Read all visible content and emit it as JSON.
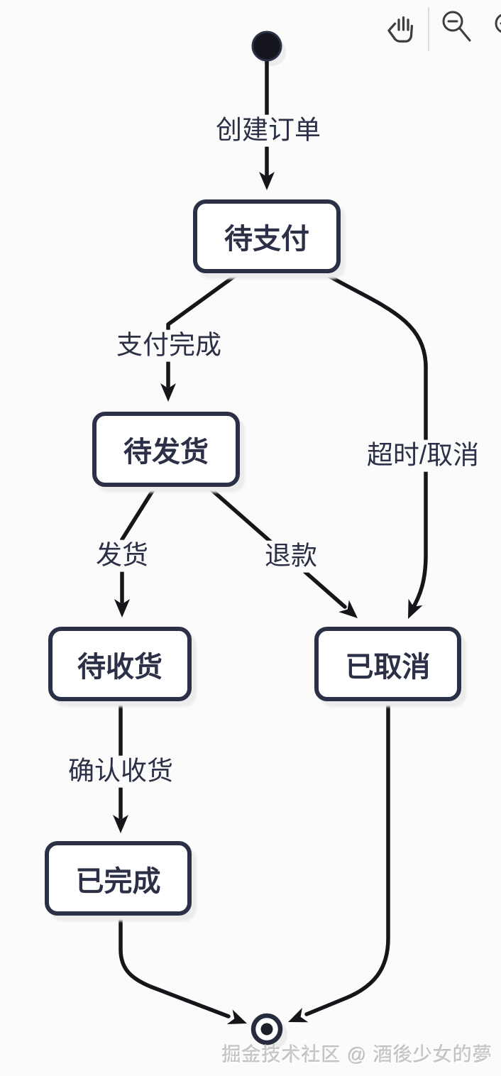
{
  "toolbar": {
    "icons": [
      {
        "name": "pan-hand"
      },
      {
        "name": "zoom-out"
      },
      {
        "name": "zoom-in"
      }
    ]
  },
  "diagram": {
    "type": "state-machine",
    "nodes": [
      {
        "id": "start",
        "kind": "initial-state",
        "label": ""
      },
      {
        "id": "pending-payment",
        "kind": "state",
        "label": "待支付"
      },
      {
        "id": "pending-shipment",
        "kind": "state",
        "label": "待发货"
      },
      {
        "id": "pending-receipt",
        "kind": "state",
        "label": "待收货"
      },
      {
        "id": "cancelled",
        "kind": "state",
        "label": "已取消"
      },
      {
        "id": "completed",
        "kind": "state",
        "label": "已完成"
      },
      {
        "id": "end",
        "kind": "final-state",
        "label": ""
      }
    ],
    "edges": [
      {
        "from": "start",
        "to": "pending-payment",
        "label": "创建订单"
      },
      {
        "from": "pending-payment",
        "to": "pending-shipment",
        "label": "支付完成"
      },
      {
        "from": "pending-payment",
        "to": "cancelled",
        "label": "超时/取消"
      },
      {
        "from": "pending-shipment",
        "to": "pending-receipt",
        "label": "发货"
      },
      {
        "from": "pending-shipment",
        "to": "cancelled",
        "label": "退款"
      },
      {
        "from": "pending-receipt",
        "to": "completed",
        "label": "确认收货"
      },
      {
        "from": "completed",
        "to": "end",
        "label": ""
      },
      {
        "from": "cancelled",
        "to": "end",
        "label": ""
      }
    ]
  },
  "watermark": {
    "text": "掘金技术社区 @ 酒後少女的夢"
  },
  "colors": {
    "background": "#fbfbfb",
    "node_border": "#2b3046",
    "node_text": "#2b3046",
    "edge_line": "#15151a",
    "icon": "#3d3d3d",
    "watermark": "#c9c9c9"
  }
}
